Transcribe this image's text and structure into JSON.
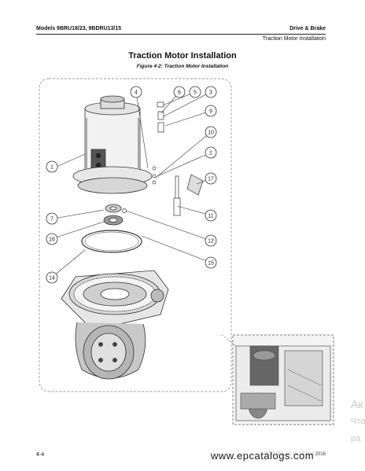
{
  "header": {
    "models": "Models 9BRU18/23, 9BDRU13/15",
    "section": "Drive & Brake",
    "subsection": "Traction Motor Installation"
  },
  "page": {
    "title": "Traction Motor Installation",
    "figure_caption": "Figure 4-2: Traction Motor Installation"
  },
  "callouts": [
    "1",
    "2",
    "3",
    "4",
    "5",
    "6",
    "7",
    "9",
    "10",
    "11",
    "12",
    "14",
    "15",
    "16",
    "17"
  ],
  "footer": {
    "page_number": "4-4",
    "doc_ref": "0071-001-10-15-08 Mar 2016",
    "watermark": "www.epcatalogs.com"
  },
  "overlay": {
    "line1": "Ак",
    "line2": "Что",
    "line3": "ра"
  }
}
